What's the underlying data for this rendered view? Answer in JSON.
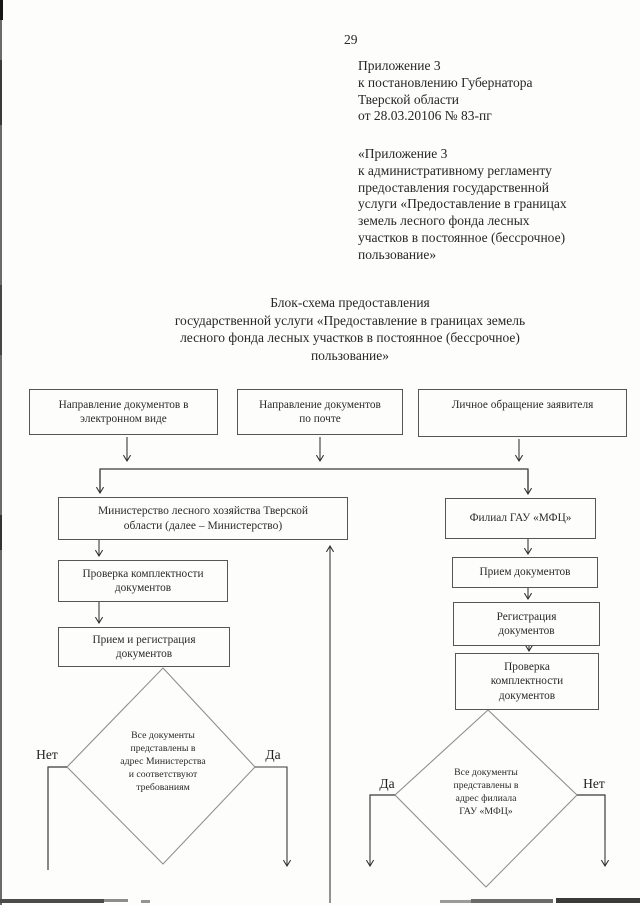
{
  "page": {
    "number": "29"
  },
  "header": {
    "appendix_ref": {
      "lines": [
        "Приложение 3",
        "к постановлению Губернатора",
        "Тверской области",
        "от 28.03.20106 № 83-пг"
      ]
    },
    "appendix_quote": {
      "lines": [
        "«Приложение 3",
        "к административному регламенту",
        "предоставления государственной",
        "услуги «Предоставление в границах",
        "земель лесного фонда лесных",
        "участков в постоянное (бессрочное)",
        "пользование»"
      ]
    }
  },
  "title": {
    "lines": [
      "Блок-схема предоставления",
      "государственной услуги «Предоставление в границах земель",
      "лесного фонда лесных участков в постоянное (бессрочное)",
      "пользование»"
    ]
  },
  "flowchart": {
    "entry_boxes": [
      {
        "lines": [
          "Направление документов в",
          "электронном виде"
        ]
      },
      {
        "lines": [
          "Направление документов",
          "по почте"
        ]
      },
      {
        "lines": [
          "Личное обращение заявителя"
        ]
      }
    ],
    "ministry_branch": {
      "ministry_box": {
        "lines": [
          "Министерство лесного хозяйства Тверской",
          "области (далее – Министерство)"
        ]
      },
      "check_box": {
        "lines": [
          "Проверка комплектности",
          "документов"
        ]
      },
      "receive_box": {
        "lines": [
          "Прием и регистрация",
          "документов"
        ]
      },
      "decision": {
        "lines": [
          "Все документы",
          "представлены в",
          "адрес Министерства",
          "и соответствуют",
          "требованиям"
        ]
      },
      "no_label": "Нет",
      "yes_label": "Да"
    },
    "mfc_branch": {
      "mfc_box": {
        "lines": [
          "Филиал ГАУ «МФЦ»"
        ]
      },
      "receive_box": {
        "lines": [
          "Прием документов"
        ]
      },
      "register_box": {
        "lines": [
          "Регистрация",
          "документов"
        ]
      },
      "check_box": {
        "lines": [
          "Проверка",
          "комплектности",
          "документов"
        ]
      },
      "decision": {
        "lines": [
          "Все документы",
          "представлены в",
          "адрес филиала",
          "ГАУ «МФЦ»"
        ]
      },
      "yes_label": "Да",
      "no_label": "Нет"
    }
  },
  "colors": {
    "ink": "#2e2e2e",
    "box_border": "#565656",
    "diamond_border": "#8f8f8f",
    "scan_edge": "#3c3c3c",
    "paper": "#fdfdfc"
  }
}
